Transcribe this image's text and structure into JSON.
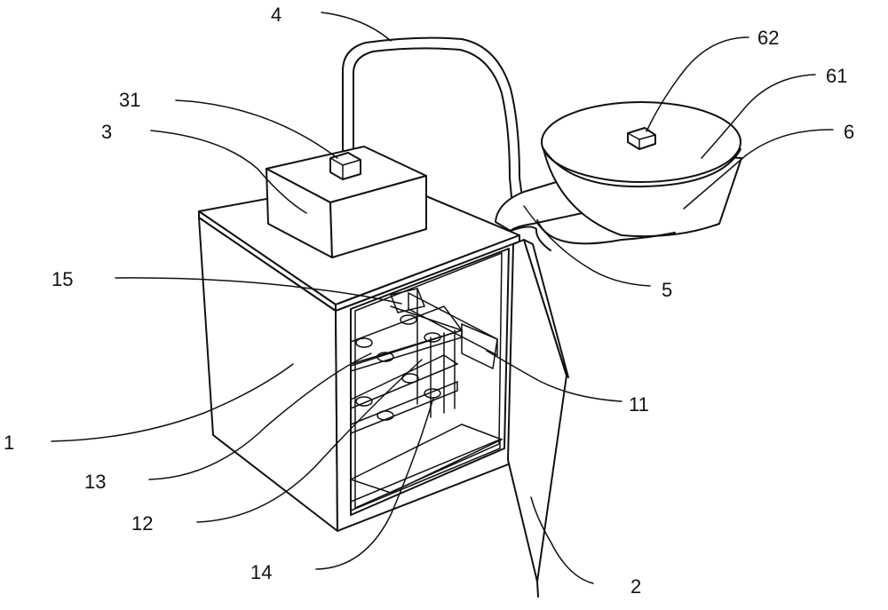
{
  "labels": {
    "l1": "1",
    "l2": "2",
    "l3": "3",
    "l31": "31",
    "l4": "4",
    "l5": "5",
    "l6": "6",
    "l61": "61",
    "l62": "62",
    "l11": "11",
    "l12": "12",
    "l13": "13",
    "l14": "14",
    "l15": "15"
  }
}
